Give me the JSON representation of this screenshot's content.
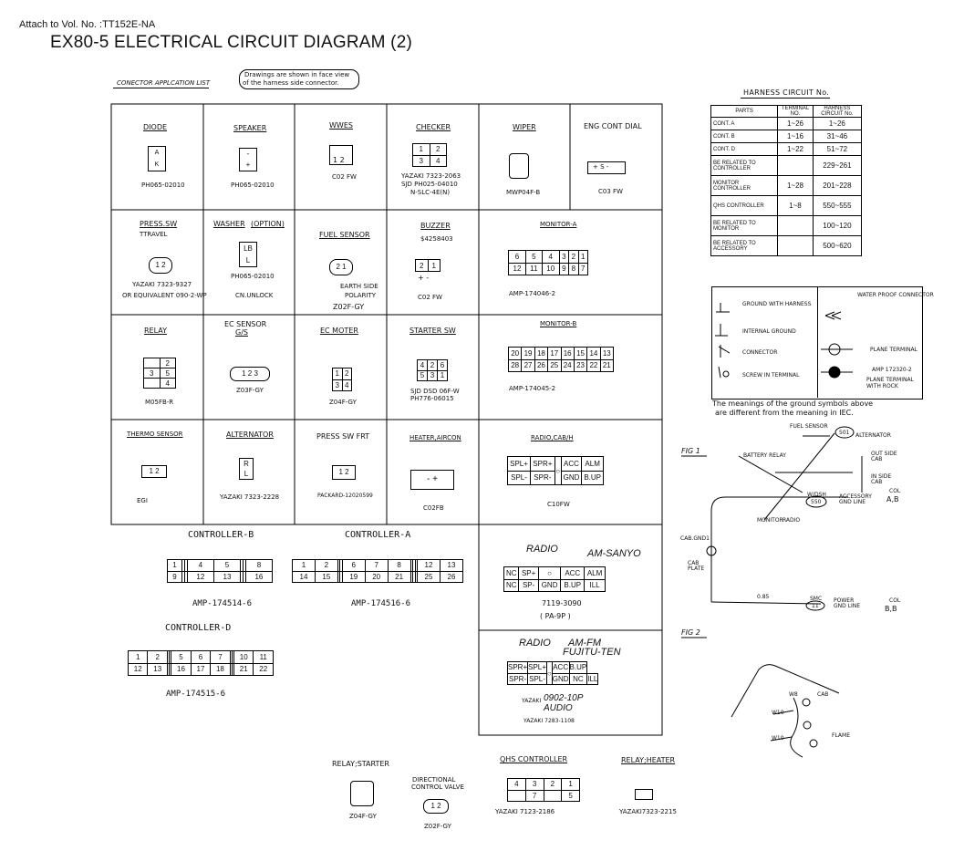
{
  "header": {
    "attach": "Attach to Vol. No. :TT152E-NA",
    "title": "EX80-5 ELECTRICAL CIRCUIT DIAGRAM (2)"
  },
  "list_caption": "CONECTOR APPLCATION LIST",
  "note": [
    "Drawings are shown in face view",
    "of the harness side connector."
  ],
  "cells": {
    "diode": {
      "name": "DIODE",
      "part": "PH065-02010"
    },
    "speaker": {
      "name": "SPEAKER",
      "part": "PH065-02010"
    },
    "wwes": {
      "name": "WWES",
      "pins": "1 2",
      "part": "C02 FW"
    },
    "checker": {
      "name": "CHECKER",
      "part1": "YAZAKI 7323-2063",
      "part2": "SJD PH025-04010",
      "part3": "N-SLC-4E(N)"
    },
    "wiper": {
      "name": "WIPER",
      "part": "MWP04F-B"
    },
    "engcont": {
      "name": "ENG CONT DIAL",
      "pins": "+ S -",
      "part": "C03 FW"
    },
    "press": {
      "name": "PRESS.SW",
      "sub": "TTRAVEL",
      "part1": "YAZAKI 7323-9327",
      "part2": "OR EQUIVALENT 090-2-WP"
    },
    "washer": {
      "name": "WASHER",
      "opt": "(OPTION)",
      "part1": "PH065-02010",
      "part2": "CN.UNLOCK"
    },
    "fuel": {
      "name": "FUEL SENSOR",
      "earth": "EARTH SIDE",
      "polarity": "POLARITY",
      "part": "Z02F-GY"
    },
    "buzzer": {
      "name": "BUZZER",
      "num": "$4258403",
      "pol": "+ -",
      "part": "C02 FW"
    },
    "monA": {
      "name": "MONITOR-A",
      "part": "AMP-174046-2"
    },
    "relay": {
      "name": "RELAY",
      "part": "M05FB-R"
    },
    "ecsensor": {
      "name": "EC SENSOR",
      "sub": "G/S",
      "part": "Z03F-GY"
    },
    "ecmoter": {
      "name": "EC MOTER",
      "part": "Z04F-GY"
    },
    "starter": {
      "name": "STARTER SW",
      "part1": "SJD DSD 06F-W",
      "part2": "PH776-06015"
    },
    "monB": {
      "name": "MONITOR-B",
      "part": "AMP-174045-2"
    },
    "thermo": {
      "name": "THERMO SENSOR",
      "part": "EGI"
    },
    "alternator": {
      "name": "ALTERNATOR",
      "part": "YAZAKI 7323-2228"
    },
    "presssw": {
      "name": "PRESS SW FRT",
      "part": "PACKARD-12020599"
    },
    "heater": {
      "name": "HEATER,AIRCON",
      "part": "C02FB"
    },
    "radiocab": {
      "name": "RADIO,CAB/H",
      "part": "C10FW"
    }
  },
  "controllers": {
    "b": {
      "name": "CONTROLLER-B",
      "part": "AMP-174514-6"
    },
    "a": {
      "name": "CONTROLLER-A",
      "part": "AMP-174516-6"
    },
    "d": {
      "name": "CONTROLLER-D",
      "part": "AMP-174515-6"
    }
  },
  "radio1": {
    "name": "RADIO",
    "maker": "AM-SANYO",
    "part1": "7119-3090",
    "part2": "( PA-9P )"
  },
  "radio2": {
    "name": "RADIO",
    "maker1": "AM-FM",
    "maker2": "FUJITU-TEN",
    "part1": "YAZAKI",
    "part2": "0902-10P",
    "part3": "AUDIO",
    "part4": "YAZAKI 7283-1108"
  },
  "bottom": {
    "relaystarter": {
      "name": "RELAY;STARTER",
      "part": "Z04F-GY"
    },
    "dcv": {
      "name1": "DIRECTIONAL",
      "name2": "CONTROL VALVE",
      "part": "Z02F-GY"
    },
    "qhs": {
      "name": "QHS CONTROLLER",
      "part": "YAZAKI 7123-2186"
    },
    "relayheater": {
      "name": "RELAY;HEATER",
      "part": "YAZAKI7323-2215"
    }
  },
  "harness": {
    "title": "HARNESS CIRCUIT No.",
    "headers": [
      "PARTS",
      "TERMINAL NO.",
      "HARNESS CIRCUIT No."
    ],
    "rows": [
      [
        "CONT.  A",
        "1~26",
        "1~26"
      ],
      [
        "CONT.  B",
        "1~16",
        "31~46"
      ],
      [
        "CONT.  D",
        "1~22",
        "51~72"
      ],
      [
        "BE RELATED TO CONTROLLER",
        "",
        "229~261"
      ],
      [
        "MONITOR CONTROLLER",
        "1~28",
        "201~228"
      ],
      [
        "QHS CONTROLLER",
        "1~8",
        "550~555"
      ],
      [
        "BE RELATED TO MONITOR",
        "",
        "100~120"
      ],
      [
        "BE RELATED TO ACCESSORY",
        "",
        "500~620"
      ]
    ]
  },
  "legend": {
    "ground": "GROUND WITH HARNESS",
    "internal": "INTERNAL GROUND",
    "connector": "CONNECTOR",
    "screw": "SCREW IN TERMINAL",
    "waterproof": "WATER PROOF CONNECTOR",
    "plane": "PLANE TERMINAL",
    "amp": "AMP 172320-2",
    "planerock": "PLANE TERMINAL WITH ROCK",
    "meaning1": "The meanings of the ground symbols above",
    "meaning2": "are different from the meaning in IEC."
  },
  "fig1": {
    "name": "FIG 1",
    "fuel": "FUEL SENSOR",
    "alt": "ALTERNATOR",
    "n501": "501",
    "battery": "BATTERY RELAY",
    "outside": "OUT SIDE",
    "cab1": "CAB",
    "inside": "IN SIDE",
    "cab2": "CAB",
    "monitor": "MONITOR",
    "radio": "RADIO",
    "wdsh": "W/DSH",
    "n550": "550",
    "accessory": "ACCESSORY",
    "gndline": "GND LINE",
    "col": "COL",
    "ab": "A,B",
    "cabgnd": "CAB.GND1",
    "cabplate": "CAB PLATE",
    "v085": "0.85",
    "smc": "SMC",
    "n11": "11",
    "power": "POWER",
    "gndline2": "GND LINE",
    "col2": "COL",
    "bb": "B,B"
  },
  "fig2": {
    "name": "FIG 2",
    "w8": "W8",
    "w10": "W10",
    "w10b": "W10",
    "cab": "CAB",
    "flame": "FLAME"
  }
}
